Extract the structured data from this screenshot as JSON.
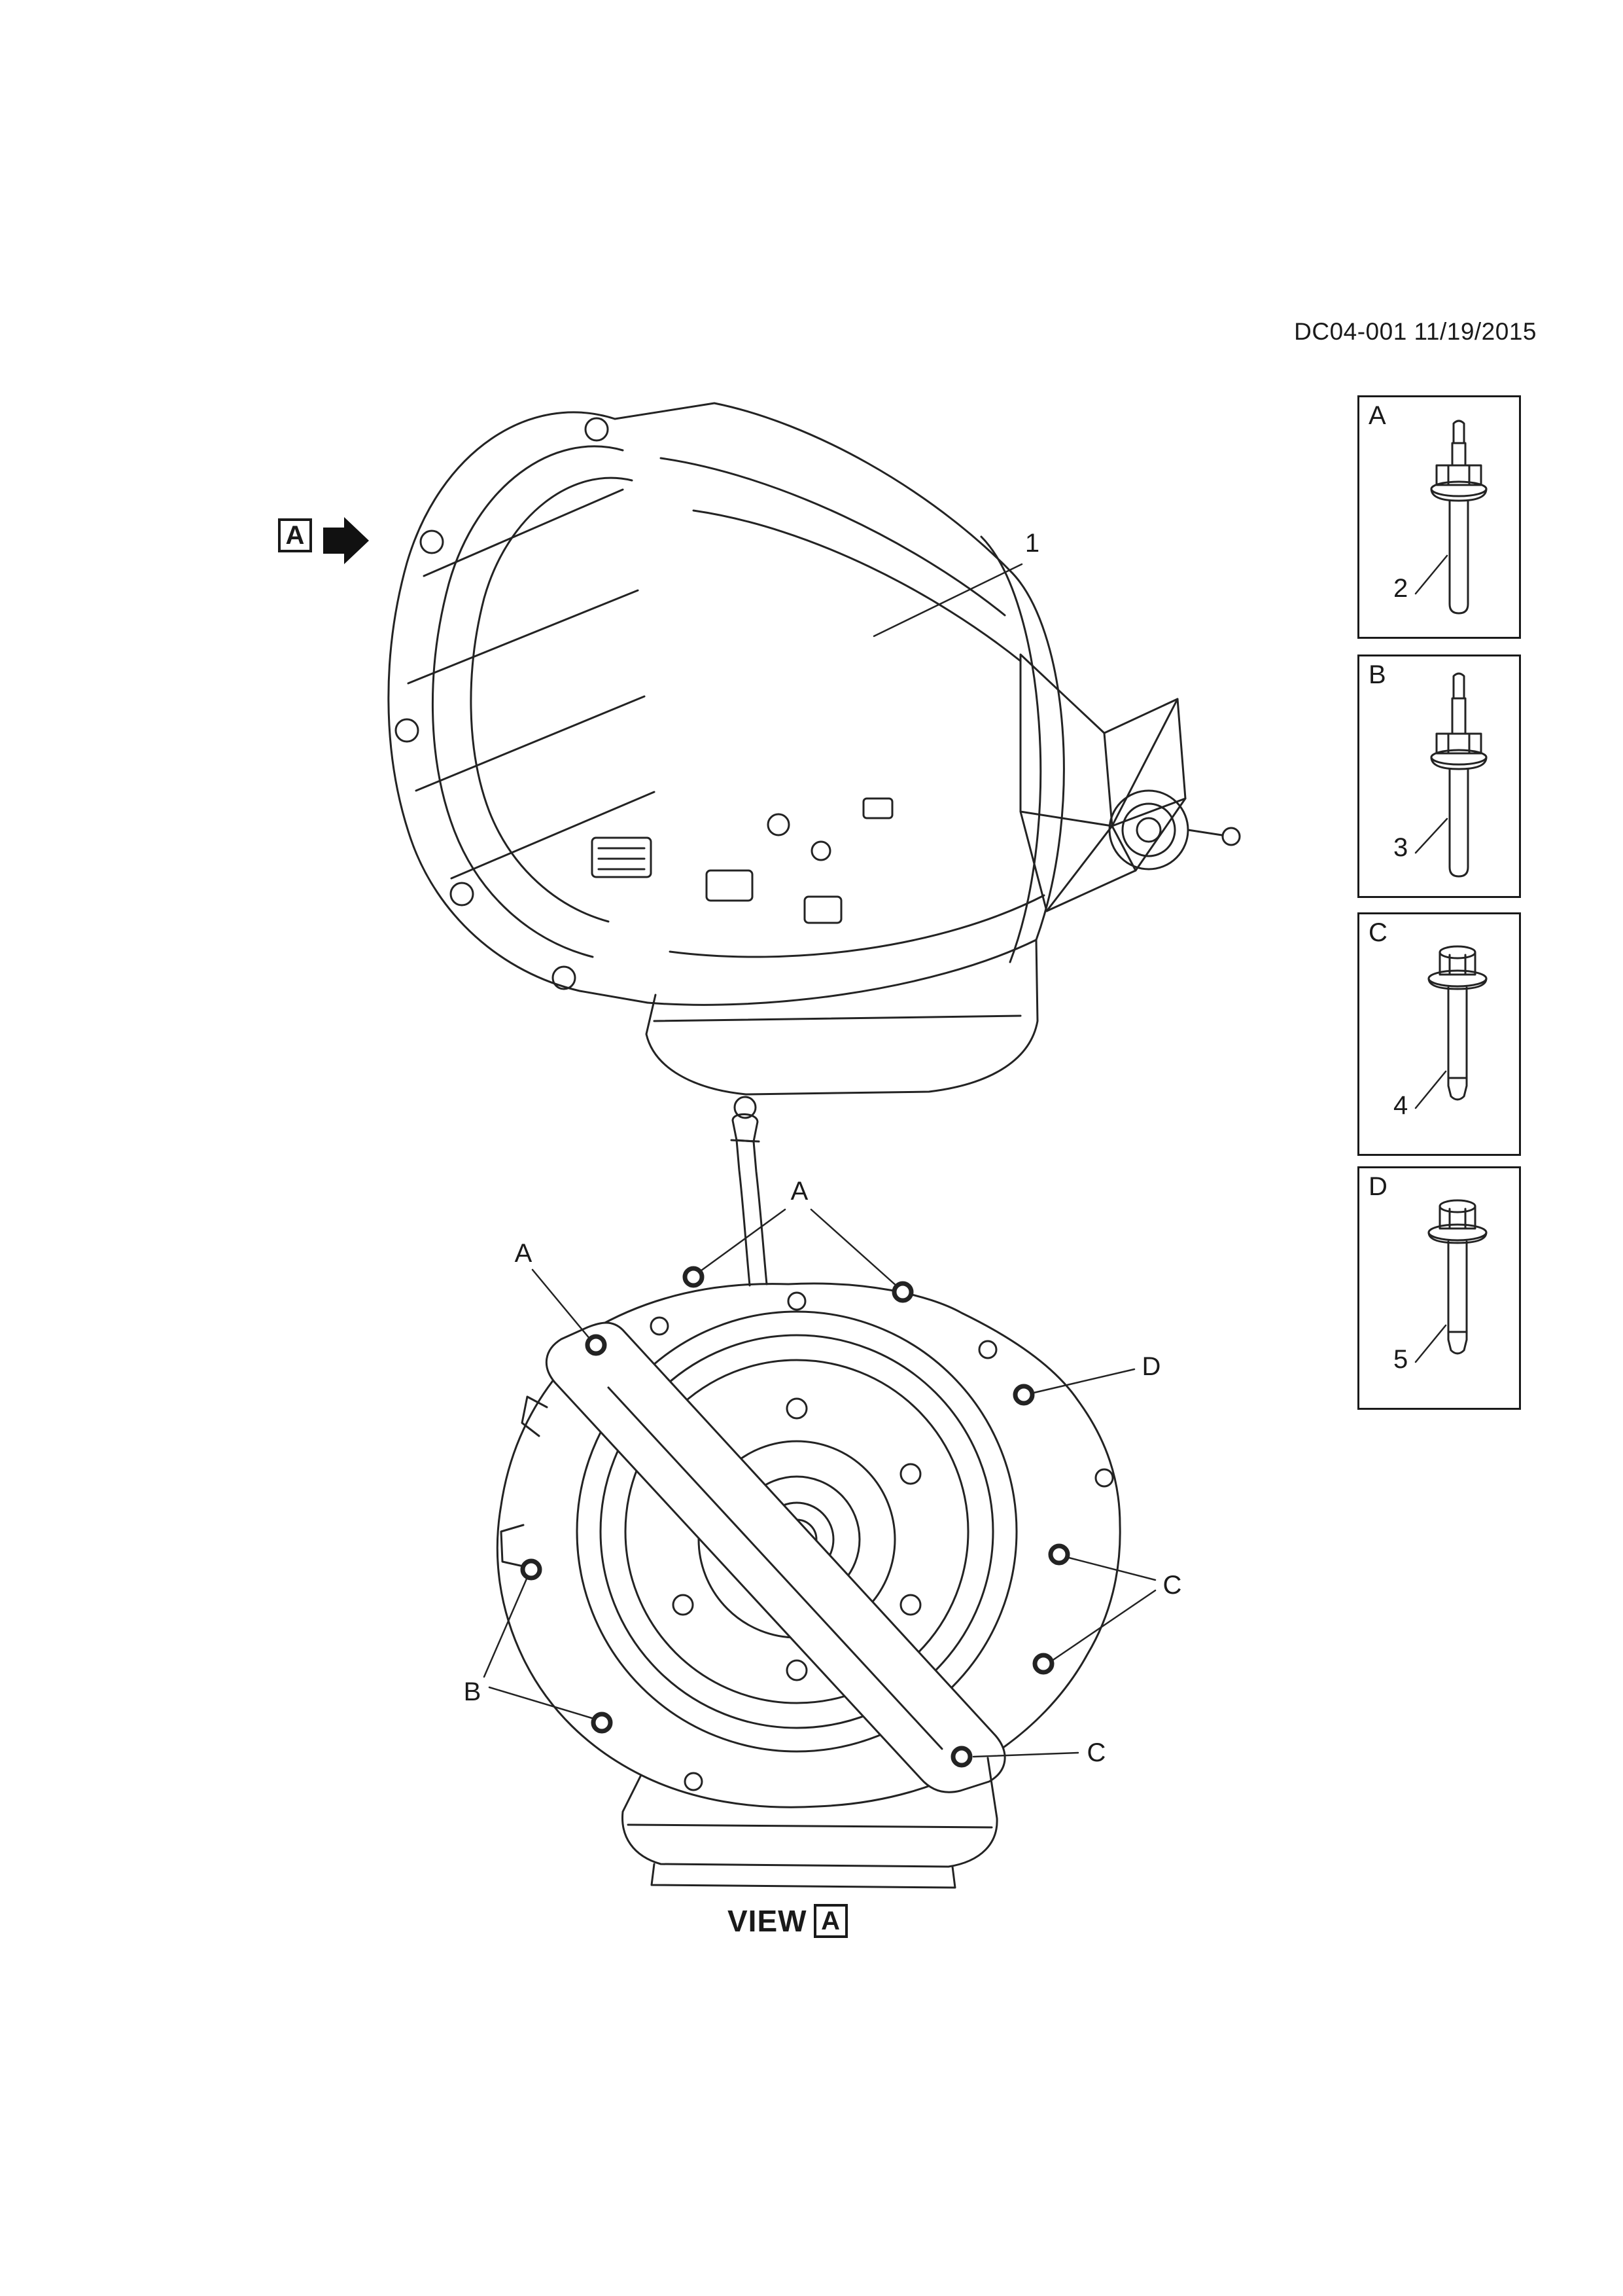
{
  "page": {
    "doc_ref": "DC04-001 11/19/2015"
  },
  "view_arrow": {
    "letter": "A"
  },
  "main_view": {
    "item_label": "1"
  },
  "callouts": [
    {
      "letter": "A",
      "number": "2",
      "fastener": "stud-with-hex-nut"
    },
    {
      "letter": "B",
      "number": "3",
      "fastener": "stud-with-hex-nut"
    },
    {
      "letter": "C",
      "number": "4",
      "fastener": "hex-flange-bolt"
    },
    {
      "letter": "D",
      "number": "5",
      "fastener": "hex-flange-bolt"
    }
  ],
  "rear_view": {
    "caption_prefix": "VIEW",
    "caption_letter": "A",
    "labels": {
      "a_left": "A",
      "a_top": "A",
      "b": "B",
      "c_right": "C",
      "c_bottom": "C",
      "d": "D"
    }
  }
}
